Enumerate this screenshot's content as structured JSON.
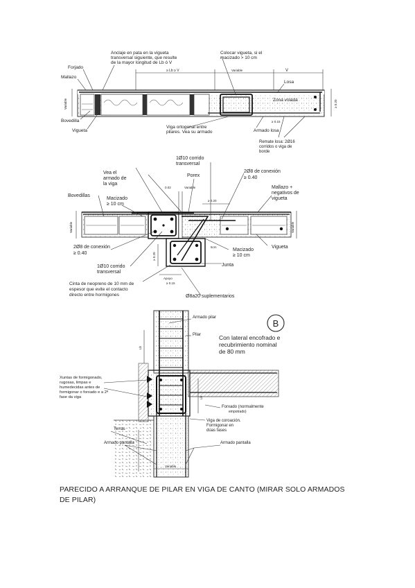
{
  "document": {
    "caption": "PARECIDO A ARRANQUE DE PILAR EN VIGA DE CANTO (MIRAR SOLO ARMADOS DE PILAR)"
  },
  "figure1": {
    "labels": {
      "anclaje": "Anclaje en pata en la vigueta",
      "anclaje2": "transversal siguiente, que resulte",
      "anclaje3": "de la mayor longitud de Lb ó V",
      "forjado": "Forjado",
      "mallazo": "Mallazo",
      "variable_left": "Variable",
      "bovedilla": "Bovedilla",
      "vigueta": "Vigueta",
      "colocar": "Colocar vigueta, si el",
      "colocar2": "macizado > 10 cm",
      "lb_v": "≥ Lb ≥ V",
      "variable_top": "Variable",
      "v": "V",
      "losa": "Losa",
      "zona_volada": "Zona volada",
      "dim_right": "≥ 0.20",
      "dim_015": "≥ 0.15",
      "armado_losa": "Armado losa",
      "viga_normal": "Viga ortogonal entre",
      "viga_normal2": "pilares. Vea su armado",
      "remate": "Remate losa: 2Ø16",
      "remate2": "corridos o viga de",
      "remate3": "borde"
    }
  },
  "figure2": {
    "labels": {
      "phi10_top": "1Ø10 corrido",
      "phi10_top2": "transversal",
      "vea": "Vea el",
      "vea2": "armado de",
      "vea3": "la viga",
      "porex": "Porex",
      "dim002": "0.02",
      "variable": "Variable",
      "conexion_top": "2Ø8 de conexión",
      "conexion_top2": "≥ 0.40",
      "bovedillas": "Bovedillas",
      "macizado": "Macizado",
      "macizado2": "≥ 10 cm",
      "dim020": "≥ 0.20",
      "mallazo": "Mallazo +",
      "mallazo2": "negativos de",
      "mallazo3": "vigueta",
      "variable_left": "Variable",
      "variable_right": "Variable",
      "conexion_bot": "2Ø8 de conexión",
      "conexion_bot2": "≥ 0.40",
      "dim5cm": "5cm",
      "macizado_b": "Macizado",
      "macizado_b2": "≥ 10 cm",
      "vigueta": "Vigueta",
      "phi10_bot": "1Ø10 corrido",
      "phi10_bot2": "transversal",
      "dim020v": "≥ 0.20",
      "junta": "Junta",
      "apoyo": "Apoyo",
      "dim015": "≥ 0.15",
      "cinta": "Cinta de neopreno de 10 mm de",
      "cinta2": "espesor que evite el contacto",
      "cinta3": "directo entre hormigones",
      "suplementarios": "Ø8a20 suplementarios"
    }
  },
  "figure3": {
    "labels": {
      "badge": "B",
      "armado_pilar": "Armado pilar",
      "pilar": "Pilar",
      "lateral": "Con lateral encofrado e",
      "lateral2": "recubrimiento nominal",
      "lateral3": "de 80 mm",
      "xuntas": "Xuntas de formigonado,",
      "xuntas2": "rugosas, limpas e",
      "xuntas3": "humedecidas antes de",
      "xuntas4": "formigonar o forxado e a 2ª",
      "xuntas5": "fase da viga",
      "forxado": "Forxado (normalmente",
      "forxado2": "empotrado)",
      "viga": "Viga de coroación.",
      "viga2": "Formigonar en",
      "viga3": "dúas fases",
      "terras": "Terras",
      "armado_pantalla_l": "Armado pantalla",
      "armado_pantalla_r": "Armado pantalla",
      "variable": "Variable",
      "lb": "Lb",
      "lb2": "Lb"
    }
  }
}
